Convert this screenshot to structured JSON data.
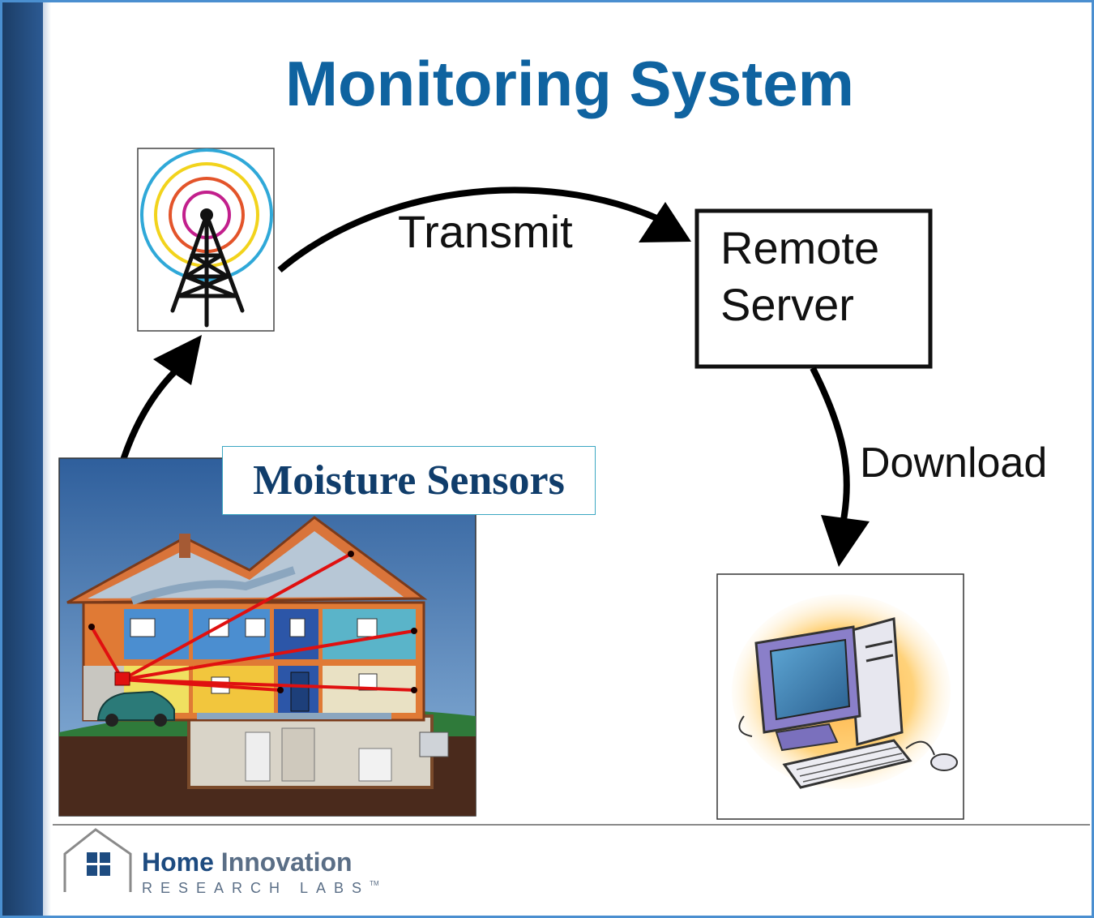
{
  "title": "Monitoring System",
  "labels": {
    "transmit": "Transmit",
    "remote_server_line1": "Remote",
    "remote_server_line2": "Server",
    "download": "Download",
    "moisture_sensors": "Moisture Sensors"
  },
  "logo": {
    "name_bold": "Home",
    "name_light": "Innovation",
    "sub": "RESEARCH LABS",
    "tm": "TM"
  },
  "colors": {
    "title": "#0f63a0",
    "sensor_lines": "#e01010",
    "accent_bar": "#1b3d66"
  }
}
